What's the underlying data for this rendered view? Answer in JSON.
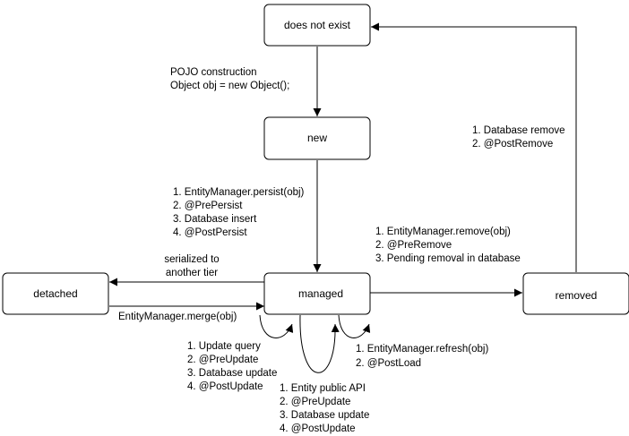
{
  "states": {
    "does_not_exist": "does not exist",
    "new": "new",
    "managed": "managed",
    "detached": "detached",
    "removed": "removed"
  },
  "annotations": {
    "construction": [
      "POJO construction",
      "Object obj = new Object();"
    ],
    "persist": [
      "1. EntityManager.persist(obj)",
      "2. @PrePersist",
      "3. Database insert",
      "4. @PostPersist"
    ],
    "remove": [
      "1. EntityManager.remove(obj)",
      "2. @PreRemove",
      "3. Pending removal in database"
    ],
    "db_remove": [
      "1. Database remove",
      "2. @PostRemove"
    ],
    "serialized": [
      "serialized to",
      "another tier"
    ],
    "merge": "EntityManager.merge(obj)",
    "update_query": [
      "1. Update query",
      "2. @PreUpdate",
      "3. Database update",
      "4. @PostUpdate"
    ],
    "refresh": [
      "1. EntityManager.refresh(obj)",
      "2. @PostLoad"
    ],
    "entity_api": [
      "1. Entity public API",
      "2. @PreUpdate",
      "3. Database update",
      "4. @PostUpdate"
    ]
  }
}
